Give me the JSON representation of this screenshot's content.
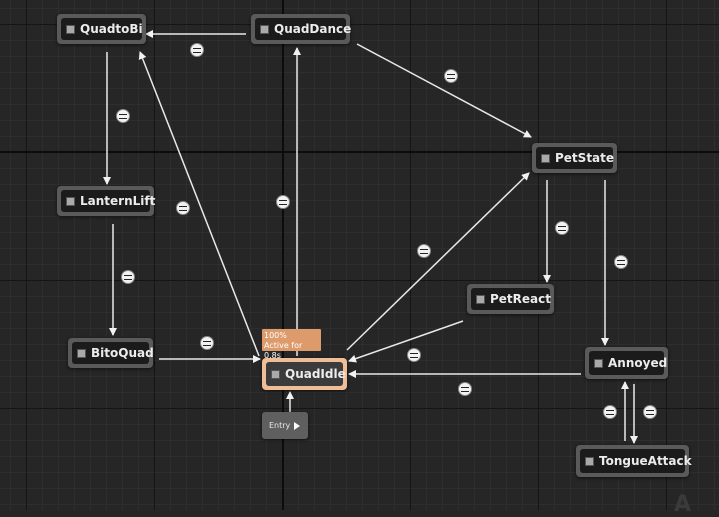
{
  "graph": {
    "states": [
      {
        "id": "QuadtoBi",
        "label": "QuadtoBi"
      },
      {
        "id": "QuadDance",
        "label": "QuadDance"
      },
      {
        "id": "PetState",
        "label": "PetState"
      },
      {
        "id": "LanternLift",
        "label": "LanternLift"
      },
      {
        "id": "PetReact",
        "label": "PetReact"
      },
      {
        "id": "BitoQuad",
        "label": "BitoQuad"
      },
      {
        "id": "QuadIdle",
        "label": "QuadIdle",
        "active": true
      },
      {
        "id": "Annoyed",
        "label": "Annoyed"
      },
      {
        "id": "TongueAttack",
        "label": "TongueAttack"
      }
    ],
    "active_status": {
      "weight": "100%",
      "active_for": "Active for 0.8s"
    },
    "entry": {
      "label": "Entry"
    },
    "transitions": [
      {
        "from": "QuadDance",
        "to": "QuadtoBi"
      },
      {
        "from": "QuadDance",
        "to": "PetState"
      },
      {
        "from": "QuadtoBi",
        "to": "LanternLift"
      },
      {
        "from": "LanternLift",
        "to": "BitoQuad"
      },
      {
        "from": "BitoQuad",
        "to": "QuadIdle"
      },
      {
        "from": "QuadIdle",
        "to": "QuadtoBi"
      },
      {
        "from": "QuadIdle",
        "to": "QuadDance"
      },
      {
        "from": "QuadIdle",
        "to": "PetState"
      },
      {
        "from": "PetState",
        "to": "PetReact"
      },
      {
        "from": "PetState",
        "to": "Annoyed"
      },
      {
        "from": "PetReact",
        "to": "QuadIdle"
      },
      {
        "from": "Annoyed",
        "to": "QuadIdle"
      },
      {
        "from": "Annoyed",
        "to": "TongueAttack"
      },
      {
        "from": "TongueAttack",
        "to": "Annoyed"
      },
      {
        "from": "Entry",
        "to": "QuadIdle"
      }
    ],
    "watermark": "A"
  }
}
